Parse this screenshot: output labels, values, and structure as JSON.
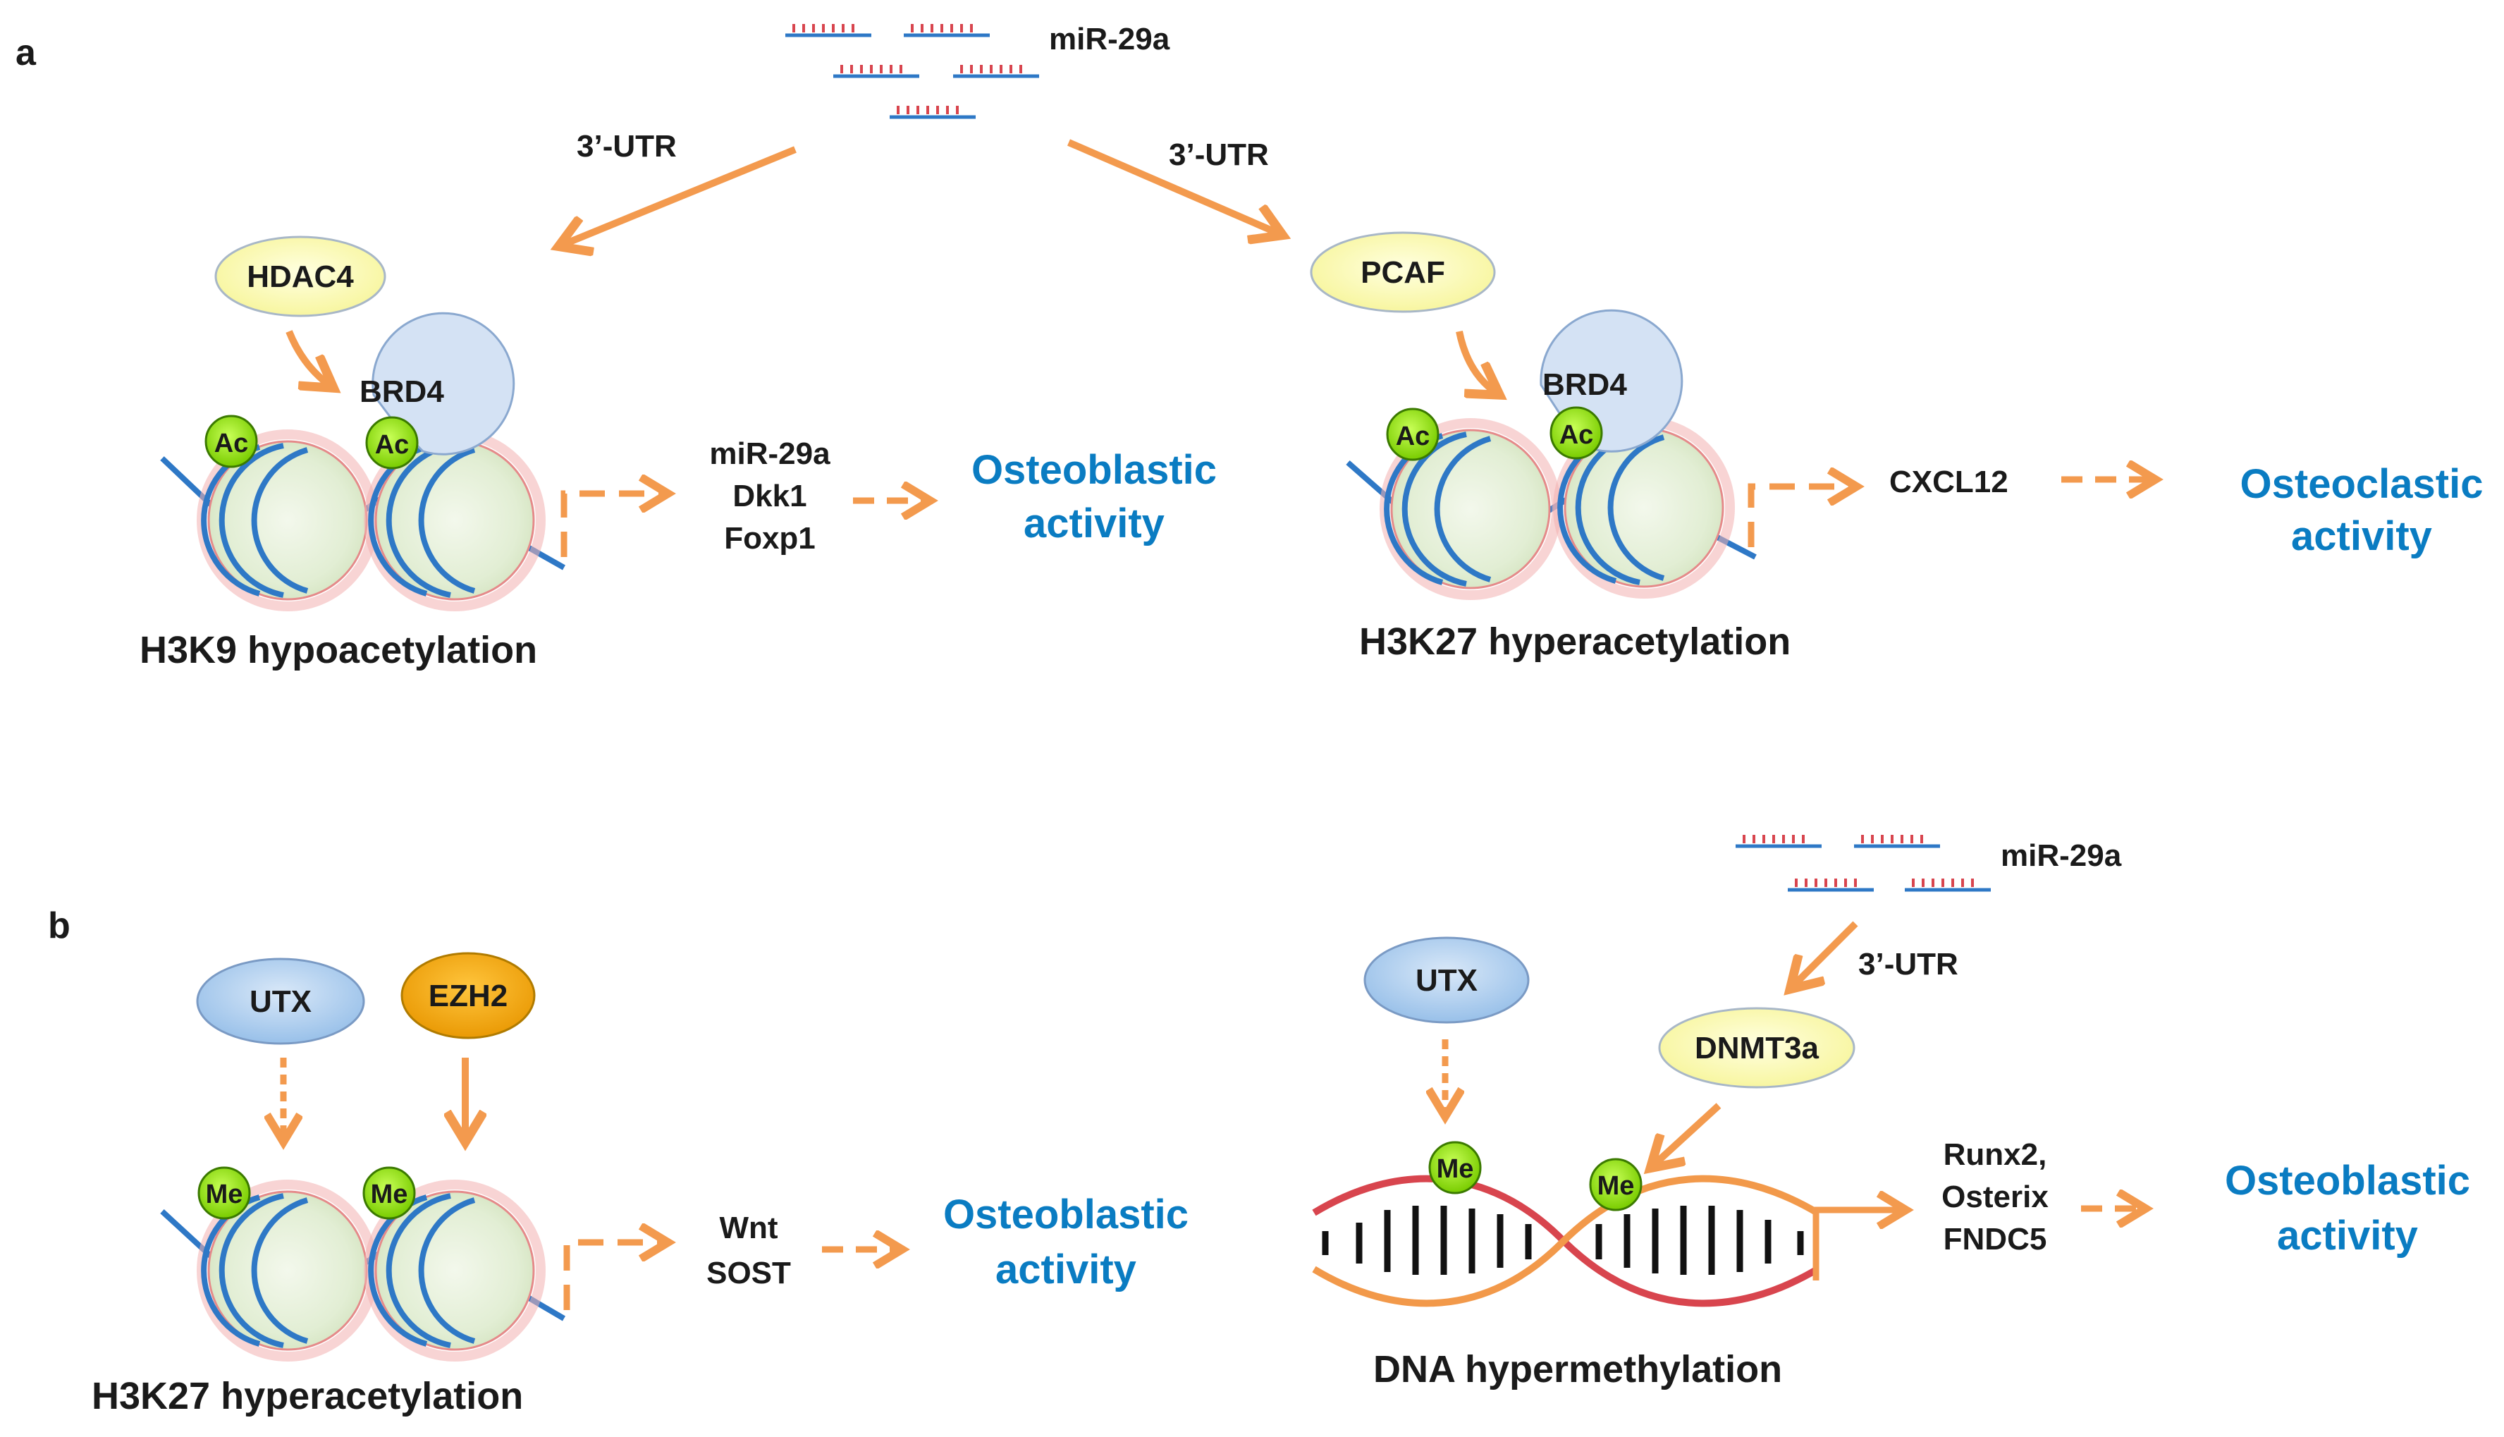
{
  "panels": {
    "a": {
      "letter": "a",
      "mirna": "miR-29a",
      "utr_left": "3’-UTR",
      "utr_right": "3’-UTR",
      "left": {
        "enzyme": "HDAC4",
        "reader": "BRD4",
        "mark": "Ac",
        "targets": [
          "miR-29a",
          "Dkk1",
          "Foxp1"
        ],
        "activity": [
          "Osteoblastic",
          "activity"
        ],
        "caption": "H3K9 hypoacetylation"
      },
      "right": {
        "enzyme": "PCAF",
        "reader": "BRD4",
        "mark": "Ac",
        "target": "CXCL12",
        "activity": [
          "Osteoclastic",
          "activity"
        ],
        "caption": "H3K27 hyperacetylation"
      }
    },
    "b": {
      "letter": "b",
      "left": {
        "enzyme1": "UTX",
        "enzyme2": "EZH2",
        "mark": "Me",
        "targets": [
          "Wnt",
          "SOST"
        ],
        "activity": [
          "Osteoblastic",
          "activity"
        ],
        "caption": "H3K27 hyperacetylation"
      },
      "right": {
        "mirna": "miR-29a",
        "utr": "3’-UTR",
        "enzyme1": "UTX",
        "enzyme2": "DNMT3a",
        "mark": "Me",
        "targets": [
          "Runx2,",
          "Osterix",
          "FNDC5"
        ],
        "activity": [
          "Osteoblastic",
          "activity"
        ],
        "caption": "DNA hypermethylation"
      }
    }
  },
  "colors": {
    "arrow": "#f39a4e",
    "label_blue": "#0a7cc2",
    "enzyme_yellow": "#fdfbb4",
    "enzyme_blue": "#aecdee",
    "enzyme_orange": "#f5a800",
    "mark_green": "#8fe000",
    "dna_red": "#d8454e",
    "dna_orange": "#f2994a",
    "nucleosome_fill": "#e6f0da",
    "nucleosome_halo": "#f2b1b1",
    "strand_blue": "#2e78c6"
  }
}
